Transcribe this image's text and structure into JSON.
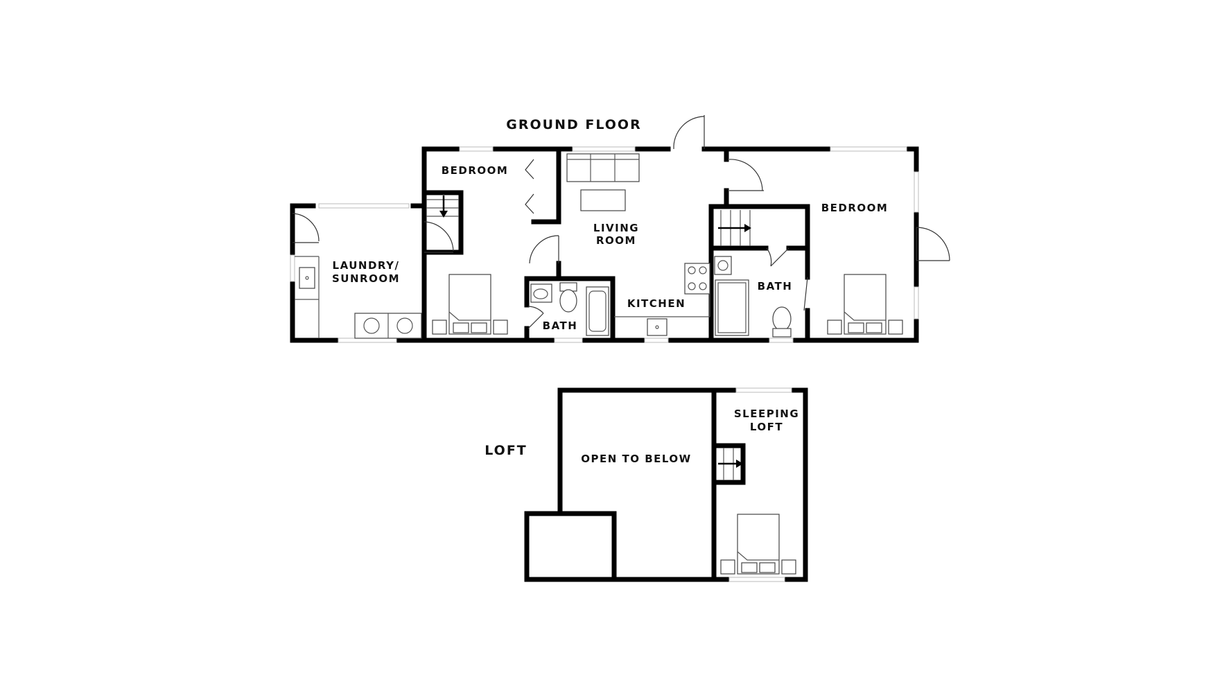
{
  "floors": {
    "ground": {
      "title": "GROUND FLOOR",
      "rooms": {
        "bedroom_left": "BEDROOM",
        "laundry_line1": "LAUNDRY/",
        "laundry_line2": "SUNROOM",
        "living_line1": "LIVING",
        "living_line2": "ROOM",
        "kitchen": "KITCHEN",
        "bath_left": "BATH",
        "bath_right": "BATH",
        "bedroom_right": "BEDROOM"
      }
    },
    "loft": {
      "title": "LOFT",
      "rooms": {
        "open_to_below": "OPEN TO BELOW",
        "sleeping_line1": "SLEEPING",
        "sleeping_line2": "LOFT"
      }
    }
  },
  "colors": {
    "wall": "#000000",
    "background": "#ffffff",
    "fixture": "#444444"
  },
  "icons": [
    "bed-icon",
    "toilet-icon",
    "sink-icon",
    "bathtub-icon",
    "shower-icon",
    "stove-icon",
    "sofa-icon",
    "table-icon",
    "washer-icon",
    "dryer-icon",
    "stair-arrow-icon",
    "door-swing-icon"
  ]
}
